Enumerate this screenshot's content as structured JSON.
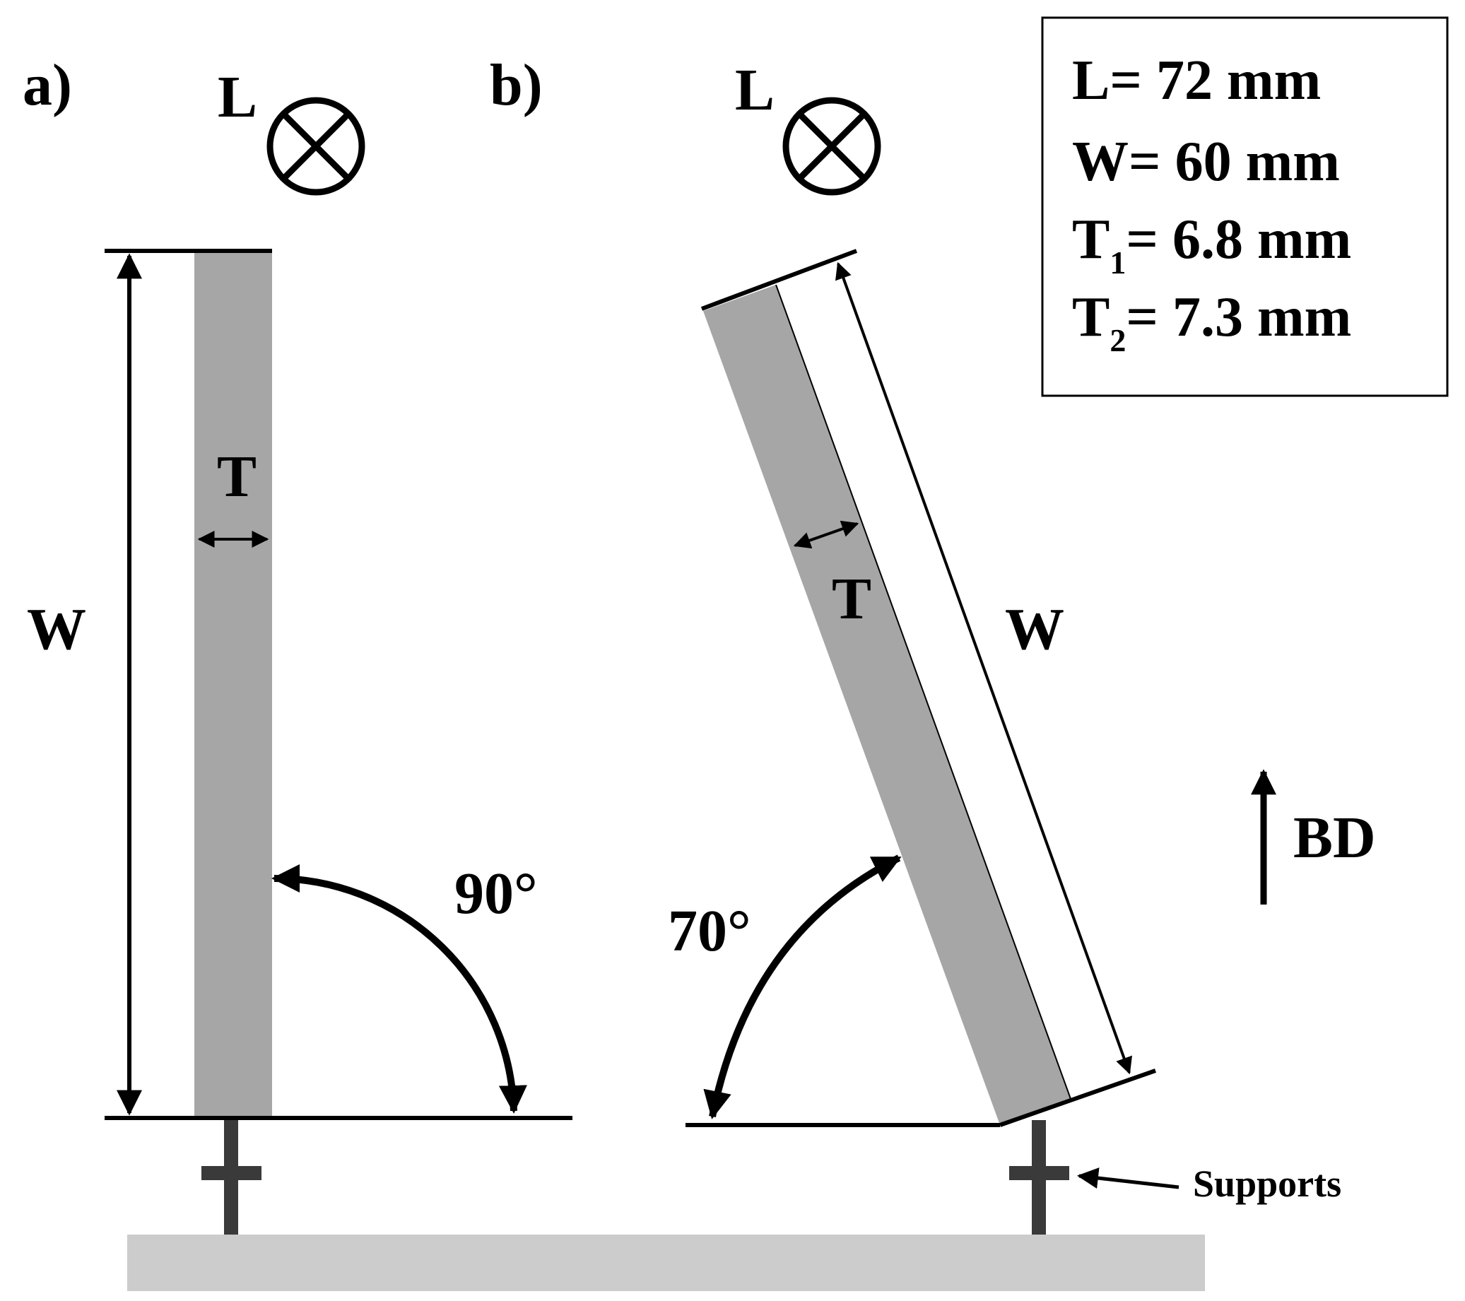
{
  "panels": {
    "a": {
      "label": "a)",
      "load_dir": "L",
      "width_label": "W",
      "thickness_label": "T",
      "angle_label": "90°"
    },
    "b": {
      "label": "b)",
      "load_dir": "L",
      "width_label": "W",
      "thickness_label": "T",
      "angle_label": "70°"
    }
  },
  "legend": {
    "lines": [
      {
        "symbol": "L",
        "subscript": "",
        "text": "= 72 mm"
      },
      {
        "symbol": "W",
        "subscript": "",
        "text": "= 60 mm"
      },
      {
        "symbol": "T",
        "subscript": "1",
        "text": "= 6.8 mm"
      },
      {
        "symbol": "T",
        "subscript": "2",
        "text": "= 7.3 mm"
      }
    ]
  },
  "build_direction_label": "BD",
  "supports_label": "Supports",
  "colors": {
    "specimen": "#a6a6a6",
    "baseplate": "#cccccc",
    "support": "#3a3a3a",
    "ink": "#000000"
  }
}
